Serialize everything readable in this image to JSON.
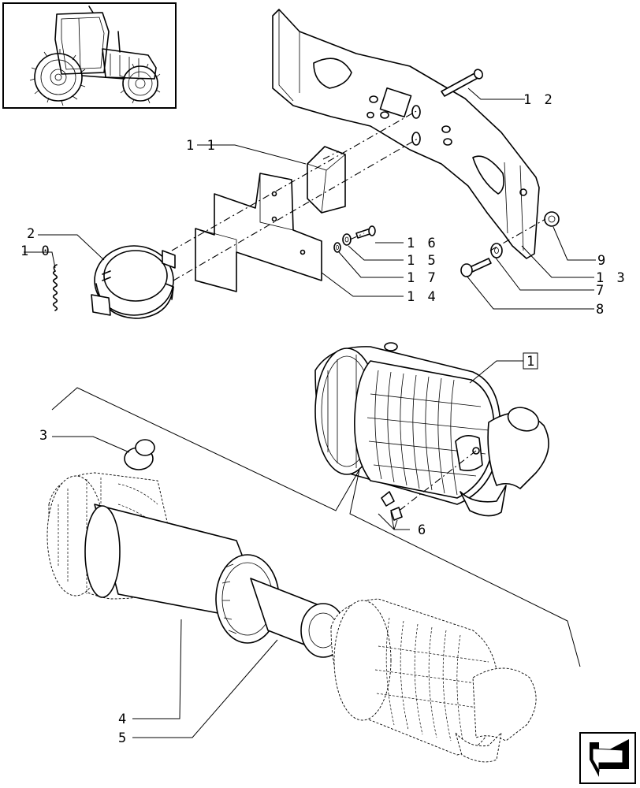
{
  "callouts": {
    "c1": "1",
    "c2": "2",
    "c3": "3",
    "c4": "4",
    "c5": "5",
    "c6": "6",
    "c7": "7",
    "c8": "8",
    "c9": "9",
    "c10": "1 0",
    "c11": "1 1",
    "c12": "1 2",
    "c13": "1 3",
    "c14": "1 4",
    "c15": "1 5",
    "c16": "1 6",
    "c17": "1 7"
  },
  "icons": {
    "thumbnail": "tractor-thumbnail-icon",
    "navigation": "next-page-arrow-icon"
  }
}
